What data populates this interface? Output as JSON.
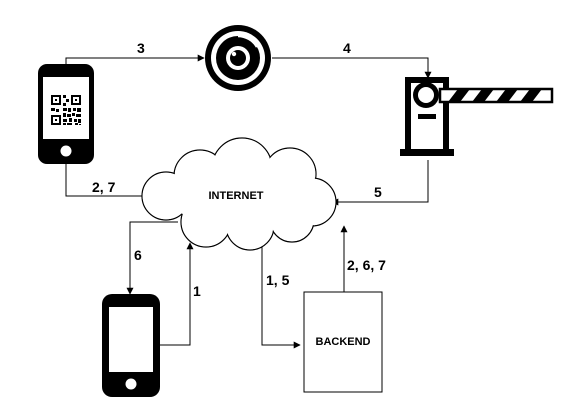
{
  "nodes": {
    "internet": "INTERNET",
    "backend": "BACKEND"
  },
  "edges": {
    "phone_to_camera": "3",
    "camera_to_barrier": "4",
    "phone_internet": "2, 7",
    "barrier_to_internet": "5",
    "internet_to_phone2": "6",
    "phone2_to_internet": "1",
    "internet_to_backend": "1, 5",
    "backend_to_internet": "2, 6, 7"
  },
  "icons": [
    "smartphone-qr-icon",
    "camera-icon",
    "barrier-gate-icon",
    "cloud-icon",
    "smartphone-icon",
    "server-box"
  ]
}
